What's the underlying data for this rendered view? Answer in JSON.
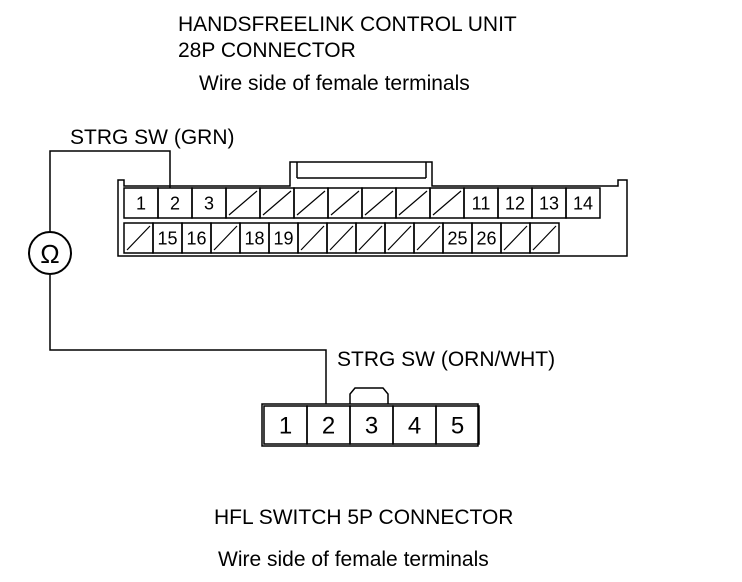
{
  "top_connector": {
    "title_line1": "HANDSFREELINK CONTROL UNIT",
    "title_line2": "28P CONNECTOR",
    "subtitle": "Wire side of female terminals",
    "wire_label": "STRG SW (GRN)",
    "row1": [
      "1",
      "2",
      "3",
      "",
      "",
      "",
      "",
      "",
      "",
      "",
      "11",
      "12",
      "13",
      "14"
    ],
    "row2": [
      "",
      "15",
      "16",
      "",
      "18",
      "19",
      "",
      "",
      "",
      "",
      "",
      "25",
      "26",
      "",
      ""
    ]
  },
  "meter": {
    "symbol": "Ω"
  },
  "bottom_connector": {
    "wire_label": "STRG SW (ORN/WHT)",
    "pins": [
      "1",
      "2",
      "3",
      "4",
      "5"
    ],
    "title": "HFL SWITCH 5P CONNECTOR",
    "subtitle": "Wire side of female terminals"
  }
}
